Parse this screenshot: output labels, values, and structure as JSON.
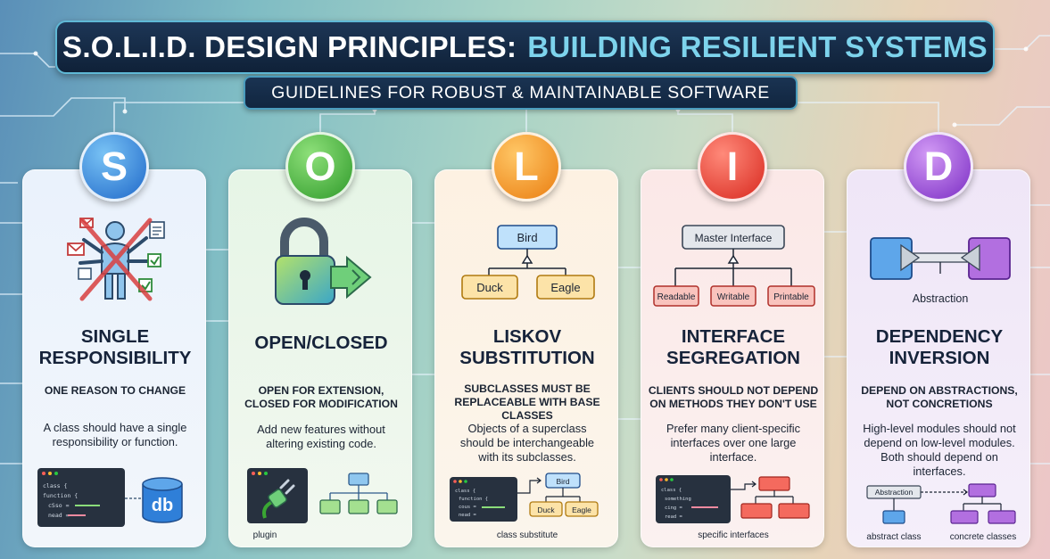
{
  "header": {
    "title_part1": "S.O.L.I.D. DESIGN PRINCIPLES:",
    "title_part2": "BUILDING RESILIENT SYSTEMS",
    "subtitle": "GUIDELINES FOR ROBUST & MAINTAINABLE SOFTWARE"
  },
  "colors": {
    "s": "#2f7fd8",
    "o": "#3aa633",
    "l": "#f08a1a",
    "i": "#e03a2a",
    "d": "#8a3fcf",
    "banner": "#13263f",
    "accent_title": "#7dd3ec"
  },
  "principles": [
    {
      "letter": "S",
      "name_line1": "SINGLE",
      "name_line2": "RESPONSIBILITY",
      "tagline_line1": "ONE REASON TO CHANGE",
      "desc_line1": "A class should have a single",
      "desc_line2": "responsibility or function.",
      "code": {
        "l1": "class {",
        "l2": "function {",
        "l3": "cSso =",
        "l4": "nead ="
      },
      "bottom_label": "db",
      "icons": [
        "overloaded-person-icon",
        "envelope-icon",
        "checkbox-icon",
        "document-icon",
        "database-icon"
      ]
    },
    {
      "letter": "O",
      "name_line1": "OPEN/CLOSED",
      "tagline_line1": "OPEN FOR EXTENSION,",
      "tagline_line2": "CLOSED FOR MODIFICATION",
      "desc_line1": "Add new features without",
      "desc_line2": "altering existing code.",
      "bottom_label": "plugin",
      "icons": [
        "padlock-icon",
        "arrow-extension-icon",
        "plug-icon"
      ]
    },
    {
      "letter": "L",
      "name_line1": "LISKOV",
      "name_line2": "SUBSTITUTION",
      "tagline_line1": "SUBCLASSES MUST BE",
      "tagline_line2": "REPLACEABLE WITH BASE",
      "tagline_line3": "CLASSES",
      "desc_line1": "Objects of a superclass",
      "desc_line2": "should be interchangeable",
      "desc_line3": "with its subclasses.",
      "diagram": {
        "base": "Bird",
        "child1": "Duck",
        "child2": "Eagle"
      },
      "code": {
        "l1": "class {",
        "l2": "function {",
        "l3": "cous =",
        "l4": "nead ="
      },
      "bottom_label": "class substitute"
    },
    {
      "letter": "I",
      "name_line1": "INTERFACE",
      "name_line2": "SEGREGATION",
      "tagline_line1": "CLIENTS SHOULD NOT DEPEND",
      "tagline_line2": "ON METHODS THEY DON'T USE",
      "desc_line1": "Prefer many client-specific",
      "desc_line2": "interfaces over one large",
      "desc_line3": "interface.",
      "diagram": {
        "master": "Master Interface",
        "i1": "Readable",
        "i2": "Writable",
        "i3": "Printable"
      },
      "code": {
        "l1": "class {",
        "l2": "something",
        "l3": "cing =",
        "l4": "read ="
      },
      "bottom_label": "specific interfaces"
    },
    {
      "letter": "D",
      "name_line1": "DEPENDENCY",
      "name_line2": "INVERSION",
      "tagline_line1": "DEPEND ON ABSTRACTIONS,",
      "tagline_line2": "NOT CONCRETIONS",
      "desc_line1": "High-level modules should not",
      "desc_line2": "depend on low-level modules.",
      "desc_line3": "Both should depend on",
      "desc_line4": "interfaces.",
      "diagram": {
        "label": "Abstraction"
      },
      "bottom_box": "Abstraction",
      "bottom_label1": "abstract class",
      "bottom_label2": "concrete classes"
    }
  ]
}
